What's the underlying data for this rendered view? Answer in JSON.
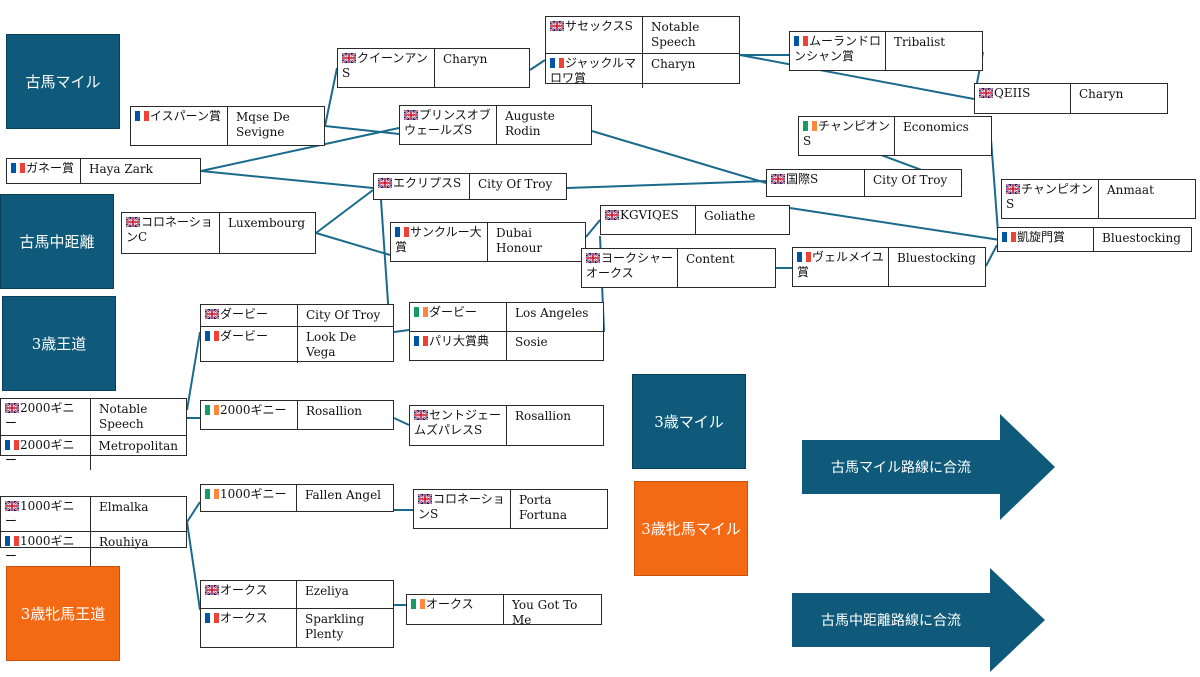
{
  "colors": {
    "category_blue": "#0f5a7a",
    "category_orange": "#f46a14",
    "connector": "#1a6a8c",
    "arrow": "#0f5a7a"
  },
  "categories": {
    "old_mile": "古馬マイル",
    "old_middle": "古馬中距離",
    "three_yo_classic": "3歳王道",
    "three_yo_mile": "3歳マイル",
    "three_yo_filly_mile": "3歳牝馬マイル",
    "three_yo_filly_classic": "3歳牝馬王道"
  },
  "arrows": {
    "merge_mile": "古馬マイル路線に合流",
    "merge_middle": "古馬中距離路線に合流"
  },
  "races": {
    "ispahan": {
      "flag": "fr",
      "name": "イスパーン賞",
      "winner": "Mqse De Sevigne"
    },
    "ganay": {
      "flag": "fr",
      "name": "ガネー賞",
      "winner": "Haya Zark"
    },
    "queen_anne": {
      "flag": "gb",
      "name": "クイーンアンS",
      "winner": "Charyn"
    },
    "sussex": {
      "flag": "gb",
      "name": "サセックスS",
      "winner": "Notable Speech"
    },
    "jacques_marois": {
      "flag": "fr",
      "name": "ジャックルマロワ賞",
      "winner": "Charyn"
    },
    "moulin": {
      "flag": "fr",
      "name": "ムーランドロンシャン賞",
      "winner": "Tribalist"
    },
    "qeii": {
      "flag": "gb",
      "name": "QEIIS",
      "winner": "Charyn"
    },
    "prince_of_wales": {
      "flag": "gb",
      "name": "プリンスオブウェールズS",
      "winner": "Auguste Rodin"
    },
    "irish_champion": {
      "flag": "ie",
      "name": "チャンピオンS",
      "winner": "Economics"
    },
    "eclipse": {
      "flag": "gb",
      "name": "エクリプスS",
      "winner": "City Of Troy"
    },
    "international": {
      "flag": "gb",
      "name": "国際S",
      "winner": "City Of Troy"
    },
    "british_champion": {
      "flag": "gb",
      "name": "チャンピオンS",
      "winner": "Anmaat"
    },
    "coronation_cup": {
      "flag": "gb",
      "name": "コロネーションC",
      "winner": "Luxembourg"
    },
    "saint_cloud": {
      "flag": "fr",
      "name": "サンクルー大賞",
      "winner": "Dubai Honour"
    },
    "kgviqes": {
      "flag": "gb",
      "name": "KGVIQES",
      "winner": "Goliathe"
    },
    "arc": {
      "flag": "fr",
      "name": "凱旋門賞",
      "winner": "Bluestocking"
    },
    "yorkshire_oaks": {
      "flag": "gb",
      "name": "ヨークシャーオークス",
      "winner": "Content"
    },
    "vermeille": {
      "flag": "fr",
      "name": "ヴェルメイユ賞",
      "winner": "Bluestocking"
    },
    "derby_gb": {
      "flag": "gb",
      "name": "ダービー",
      "winner": "City Of Troy"
    },
    "derby_fr": {
      "flag": "fr",
      "name": "ダービー",
      "winner": "Look De Vega"
    },
    "derby_ie": {
      "flag": "ie",
      "name": "ダービー",
      "winner": "Los Angeles"
    },
    "grand_prix_paris": {
      "flag": "fr",
      "name": "パリ大賞典",
      "winner": "Sosie"
    },
    "guineas2000_gb": {
      "flag": "gb",
      "name": "2000ギニー",
      "winner": "Notable Speech"
    },
    "guineas2000_fr": {
      "flag": "fr",
      "name": "2000ギニー",
      "winner": "Metropolitan"
    },
    "guineas2000_ie": {
      "flag": "ie",
      "name": "2000ギニー",
      "winner": "Rosallion"
    },
    "st_james_palace": {
      "flag": "gb",
      "name": "セントジェームズパレスS",
      "winner": "Rosallion"
    },
    "guineas1000_gb": {
      "flag": "gb",
      "name": "1000ギニー",
      "winner": "Elmalka"
    },
    "guineas1000_fr": {
      "flag": "fr",
      "name": "1000ギニー",
      "winner": "Rouhiya"
    },
    "guineas1000_ie": {
      "flag": "ie",
      "name": "1000ギニー",
      "winner": "Fallen Angel"
    },
    "coronation_stakes": {
      "flag": "gb",
      "name": "コロネーションS",
      "winner": "Porta Fortuna"
    },
    "oaks_gb": {
      "flag": "gb",
      "name": "オークス",
      "winner": "Ezeliya"
    },
    "oaks_fr": {
      "flag": "fr",
      "name": "オークス",
      "winner": "Sparkling Plenty"
    },
    "oaks_ie": {
      "flag": "ie",
      "name": "オークス",
      "winner": "You Got To Me"
    }
  }
}
